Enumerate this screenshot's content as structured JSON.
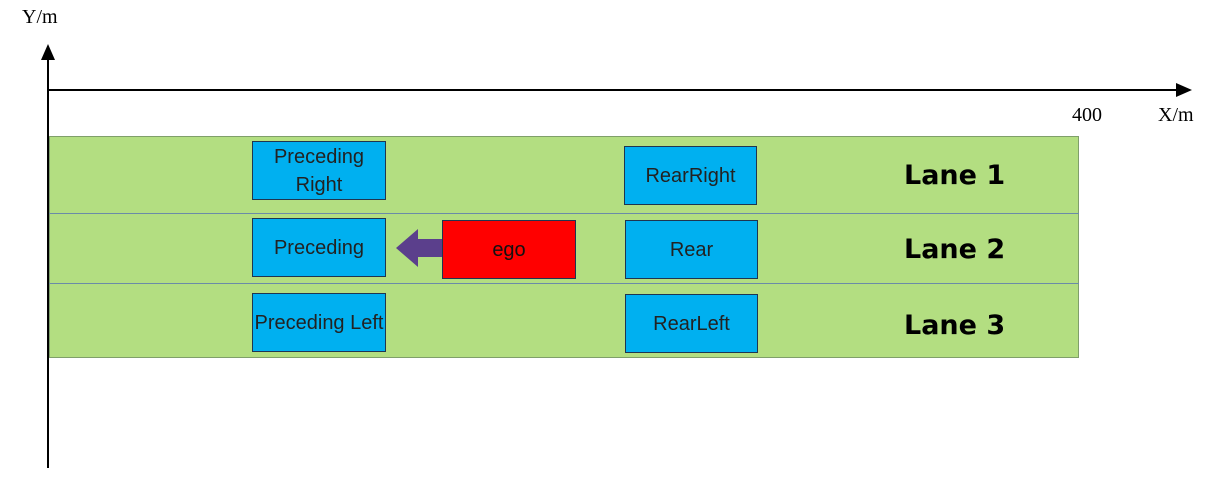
{
  "axes": {
    "y_label": "Y/m",
    "x_label": "X/m",
    "x_tick": "400"
  },
  "lanes": [
    {
      "label": "Lane 1"
    },
    {
      "label": "Lane 2"
    },
    {
      "label": "Lane 3"
    }
  ],
  "vehicles": {
    "preceding_right": "Preceding Right",
    "rear_right": "RearRight",
    "preceding": "Preceding",
    "ego": "ego",
    "rear": "Rear",
    "preceding_left": "Preceding Left",
    "rear_left": "RearLeft"
  },
  "colors": {
    "road": "#b3de81",
    "vehicle": "#00b0f0",
    "ego": "#ff0000",
    "direction_arrow": "#5b3f8c"
  }
}
